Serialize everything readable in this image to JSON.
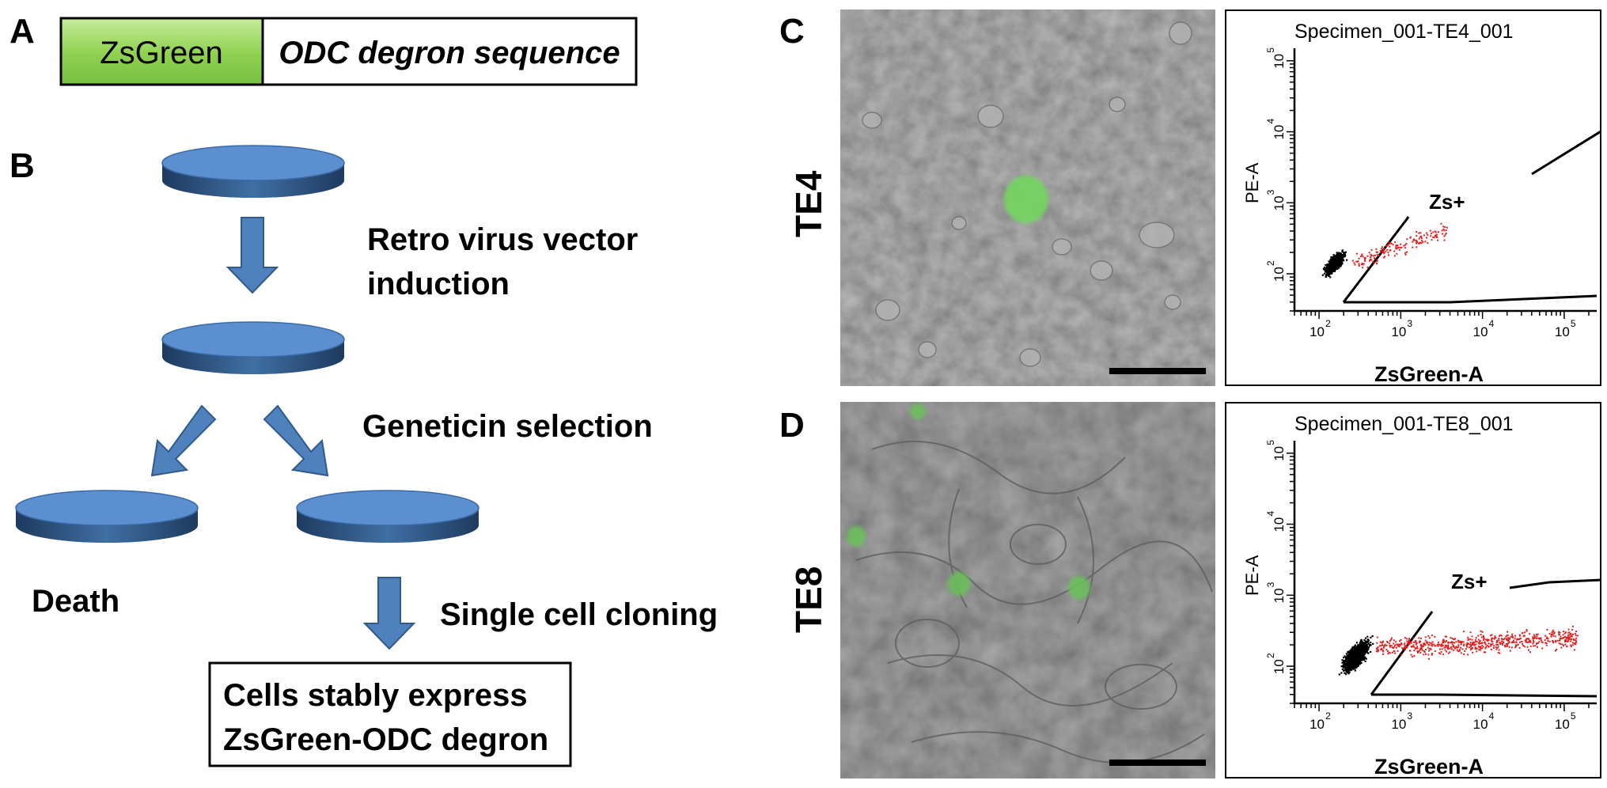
{
  "panels": {
    "a": {
      "label": "A",
      "construct": {
        "left": "ZsGreen",
        "right": "ODC degron sequence"
      }
    },
    "b": {
      "label": "B",
      "step1": "Retro virus vector induction",
      "step1_line1": "Retro virus vector",
      "step1_line2": "induction",
      "step2": "Geneticin selection",
      "death": "Death",
      "step3": "Single cell cloning",
      "result_line1": "Cells stably express",
      "result_line2": "ZsGreen-ODC degron"
    },
    "c": {
      "label": "C",
      "cell_line": "TE4",
      "plot_title": "Specimen_001-TE4_001",
      "xlabel": "ZsGreen-A",
      "ylabel": "PE-A",
      "gate": "Zs+"
    },
    "d": {
      "label": "D",
      "cell_line": "TE8",
      "plot_title": "Specimen_001-TE8_001",
      "xlabel": "ZsGreen-A",
      "ylabel": "PE-A",
      "gate": "Zs+"
    }
  },
  "ticks": {
    "x": [
      "10",
      "10",
      "10",
      "10"
    ],
    "x_exp": [
      "2",
      "3",
      "4",
      "5"
    ],
    "y": [
      "10",
      "10",
      "10",
      "10"
    ],
    "y_exp": [
      "2",
      "3",
      "4",
      "5"
    ]
  },
  "colors": {
    "zsgreen": "#8fd14f",
    "disk": "#4f81bd",
    "arrow": "#4f81bd",
    "gated_events": "#e02020",
    "ungated_events": "#000000"
  },
  "chart_data": [
    {
      "type": "scatter",
      "title": "Specimen_001-TE4_001",
      "xlabel": "ZsGreen-A",
      "ylabel": "PE-A",
      "x_scale": "log",
      "y_scale": "log",
      "xlim": [
        50,
        250000
      ],
      "ylim": [
        30,
        150000
      ],
      "gate": "Zs+",
      "series": []
    },
    {
      "type": "scatter",
      "title": "Specimen_001-TE8_001",
      "xlabel": "ZsGreen-A",
      "ylabel": "PE-A",
      "x_scale": "log",
      "y_scale": "log",
      "xlim": [
        50,
        250000
      ],
      "ylim": [
        30,
        150000
      ],
      "gate": "Zs+",
      "series": []
    }
  ]
}
